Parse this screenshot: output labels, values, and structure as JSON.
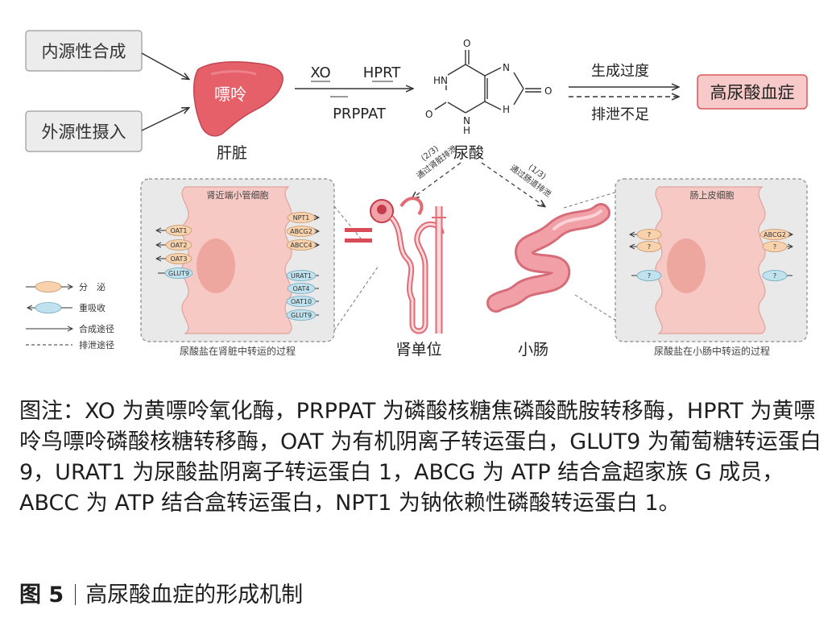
{
  "diagram": {
    "sources": {
      "endogenous": "内源性合成",
      "exogenous": "外源性摄入"
    },
    "liver": {
      "inner_label": "嘌呤",
      "caption": "肝脏"
    },
    "enzymes": {
      "xo": "XO",
      "hprt": "HPRT",
      "prppat": "PRPPAT"
    },
    "uric_acid": {
      "caption": "尿酸",
      "atoms": {
        "o_top": "O",
        "o_left": "O",
        "o_right": "O",
        "hn": "HN",
        "h_bottom": "H",
        "h_right": "H",
        "n_bottom": "N",
        "n_top": "N"
      }
    },
    "outcome": {
      "overproduction": "生成过度",
      "underexcretion": "排泄不足",
      "result": "高尿酸血症"
    },
    "renal_excretion": {
      "fraction": "(2/3)",
      "label": "通过肾脏排泄"
    },
    "intestinal_excretion": {
      "fraction": "(1/3)",
      "label": "通过肠道排泄"
    },
    "kidney_panel": {
      "title": "肾近端小管细胞",
      "caption": "尿酸盐在肾脏中转运的过程",
      "left_transporters": [
        "OAT1",
        "OAT2",
        "OAT3",
        "GLUT9"
      ],
      "right_top_transporters": [
        "NPT1",
        "ABCG2",
        "ABCC4"
      ],
      "right_bottom_transporters": [
        "URAT1",
        "OAT4",
        "OAT10",
        "GLUT9"
      ]
    },
    "nephron_caption": "肾单位",
    "intestine_caption": "小肠",
    "intestine_panel": {
      "title": "肠上皮细胞",
      "caption": "尿酸盐在小肠中转运的过程",
      "left_transporters": [
        "?",
        "?",
        "?"
      ],
      "right_transporters": [
        "ABCG2",
        "?",
        "?"
      ]
    },
    "legend": {
      "secretion": "分　泌",
      "reabsorption": "重吸收",
      "synthesis_path": "合成途径",
      "excretion_path": "排泄途径"
    },
    "colors": {
      "cell_pink": "#f7c9c4",
      "cell_border": "#e0a39c",
      "secretion_fill": "#f7d2ad",
      "reabsorption_fill": "#bfe2ee",
      "result_fill": "#f8c9c9",
      "result_border": "#d9595b",
      "organ_red": "#e6606a",
      "panel_bg": "#e9e9e9"
    }
  },
  "caption": {
    "text": "图注：XO 为黄嘌呤氧化酶，PRPPAT 为磷酸核糖焦磷酸酰胺转移酶，HPRT 为黄嘌呤鸟嘌呤磷酸核糖转移酶，OAT 为有机阴离子转运蛋白，GLUT9 为葡萄糖转运蛋白 9，URAT1 为尿酸盐阴离子转运蛋白 1，ABCG 为 ATP 结合盒超家族 G 成员，ABCC 为 ATP 结合盒转运蛋白，NPT1 为钠依赖性磷酸转运蛋白 1。"
  },
  "figure_title": {
    "number": "图 5",
    "text": "高尿酸血症的形成机制"
  }
}
